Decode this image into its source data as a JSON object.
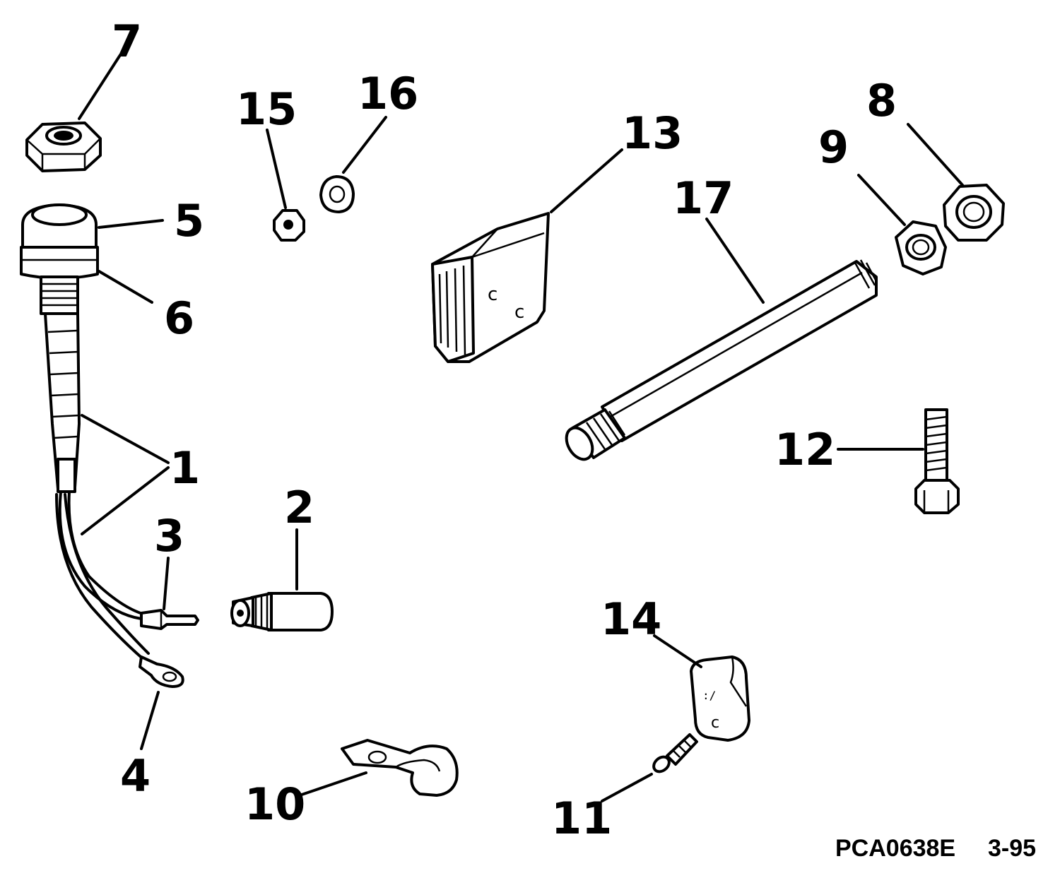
{
  "callouts": {
    "c1": "1",
    "c2": "2",
    "c3": "3",
    "c4": "4",
    "c5": "5",
    "c6": "6",
    "c7": "7",
    "c8": "8",
    "c9": "9",
    "c10": "10",
    "c11": "11",
    "c12": "12",
    "c13": "13",
    "c14": "14",
    "c15": "15",
    "c16": "16",
    "c17": "17"
  },
  "footer": {
    "code": "PCA0638E",
    "date": "3-95"
  }
}
